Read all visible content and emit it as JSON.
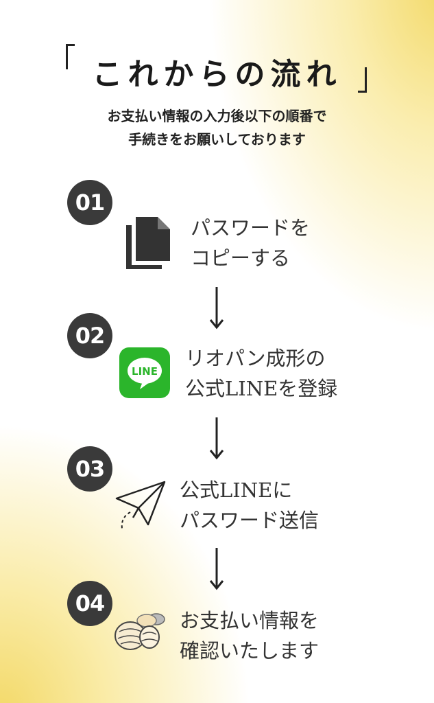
{
  "title": "これからの流れ",
  "subtitle_line1": "お支払い情報の入力後以下の順番で",
  "subtitle_line2": "手続きをお願いしております",
  "steps": [
    {
      "number": "01",
      "line1": "パスワードを",
      "line2": "コピーする",
      "icon": "copy-documents-icon"
    },
    {
      "number": "02",
      "line1": "リオパン成形の",
      "line2": "公式LINEを登録",
      "icon": "line-app-icon",
      "icon_label": "LINE"
    },
    {
      "number": "03",
      "line1": "公式LINEに",
      "line2": "パスワード送信",
      "icon": "paper-plane-icon"
    },
    {
      "number": "04",
      "line1": "お支払い情報を",
      "line2": "確認いたします",
      "icon": "bread-rolls-icon"
    }
  ],
  "colors": {
    "accent_yellow": "#f3d968",
    "badge": "#3a3a3a",
    "line_green": "#2bb52b"
  }
}
